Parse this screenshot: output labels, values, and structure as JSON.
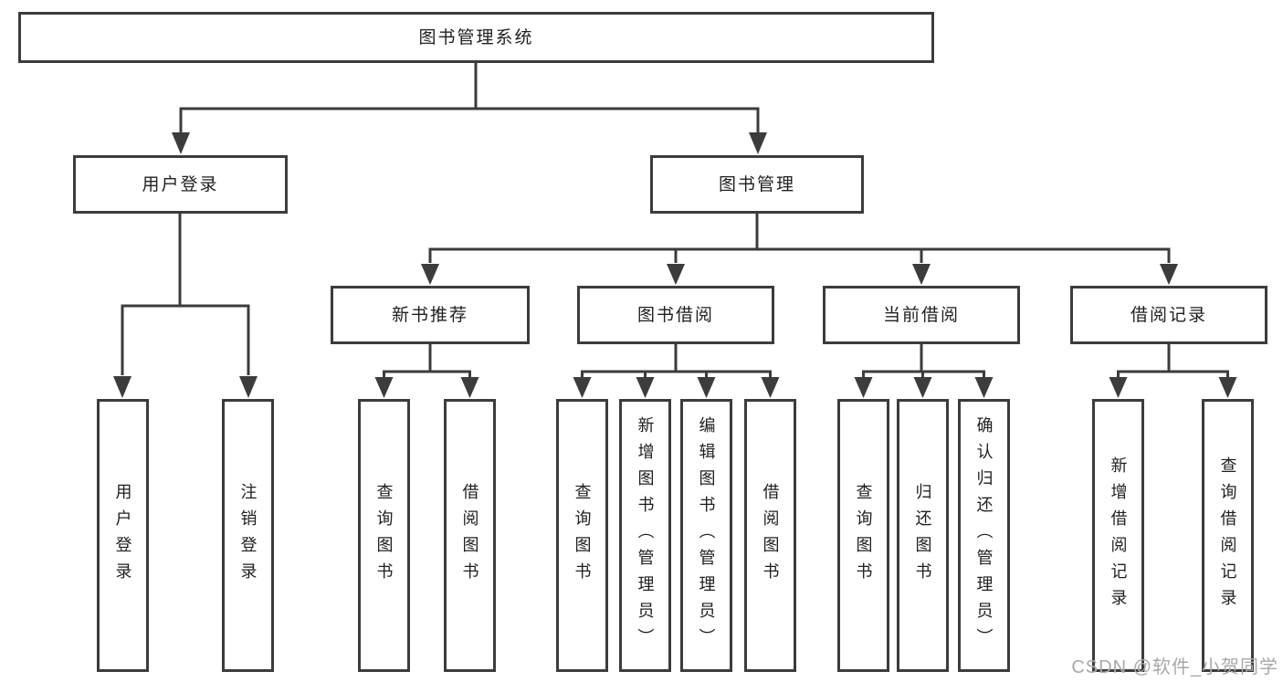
{
  "watermark": "CSDN @软件_小贺同学",
  "colors": {
    "line": "#3c3c3c",
    "text": "#1f1f1f",
    "background": "#ffffff",
    "watermark": "#a8a8a8"
  },
  "tree": {
    "root": "图书管理系统",
    "branches": [
      {
        "label": "用户登录",
        "children": [
          "用户登录",
          "注销登录"
        ]
      },
      {
        "label": "图书管理",
        "groups": [
          {
            "label": "新书推荐",
            "children": [
              "查询图书",
              "借阅图书"
            ]
          },
          {
            "label": "图书借阅",
            "children": [
              "查询图书",
              "新增图书（管理员）",
              "编辑图书（管理员）",
              "借阅图书"
            ]
          },
          {
            "label": "当前借阅",
            "children": [
              "查询图书",
              "归还图书",
              "确认归还（管理员）"
            ]
          },
          {
            "label": "借阅记录",
            "children": [
              "新增借阅记录",
              "查询借阅记录"
            ]
          }
        ]
      }
    ]
  }
}
